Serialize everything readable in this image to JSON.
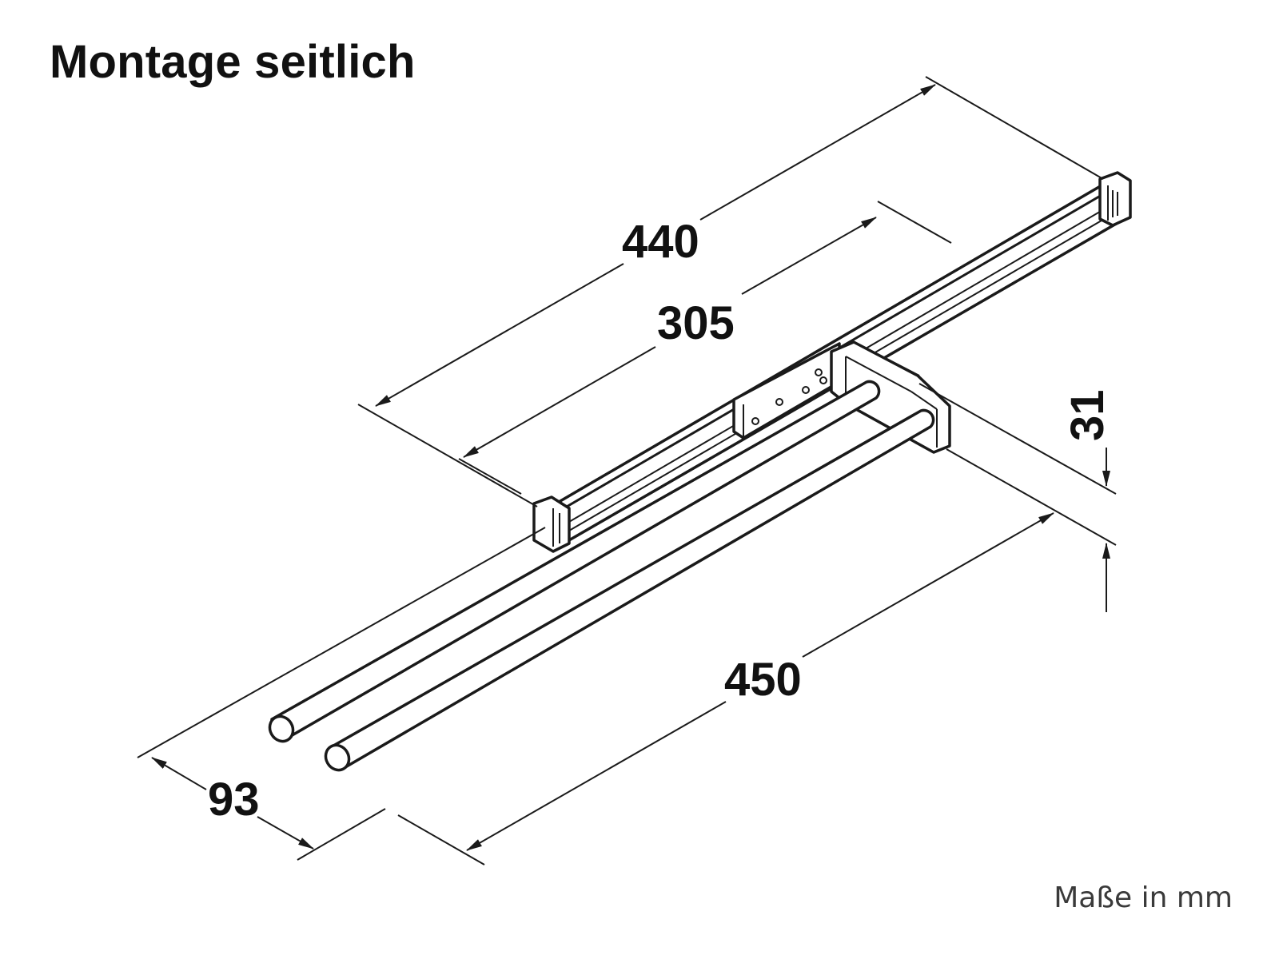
{
  "title": "Montage seitlich",
  "unit_note": "Maße in mm",
  "dimensions": {
    "total_length": "440",
    "rail_length": "305",
    "extension_length": "450",
    "depth": "93",
    "height": "31"
  },
  "colors": {
    "line": "#1a1a1a",
    "background": "#ffffff",
    "note_text": "#3a3a3a"
  }
}
